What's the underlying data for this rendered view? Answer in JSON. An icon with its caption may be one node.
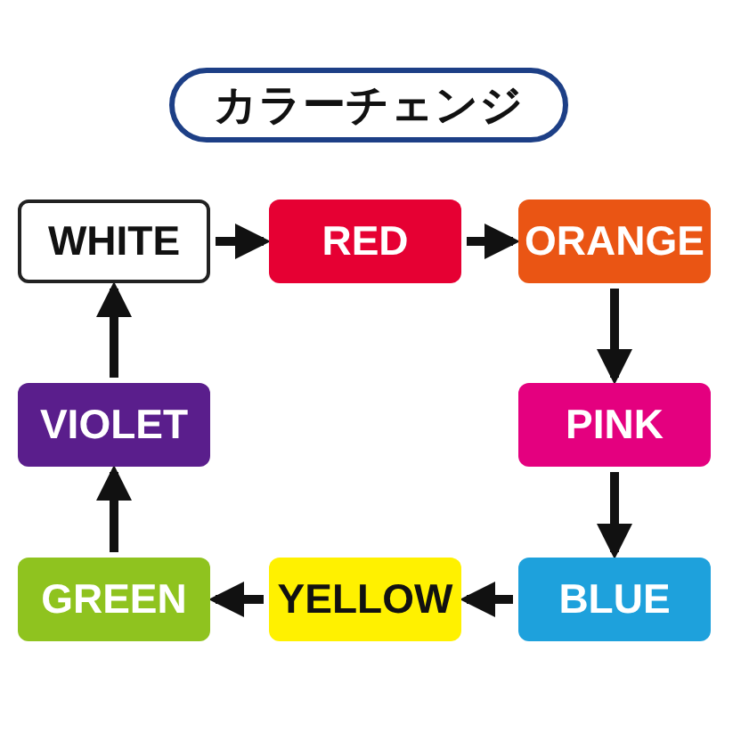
{
  "diagram": {
    "title": "カラーチェンジ",
    "nodes": [
      {
        "text": [
          "WHITE"
        ]
      },
      {
        "text": [
          "RED"
        ]
      },
      {
        "text": [
          "ORANGE"
        ]
      },
      {
        "text": [
          "VIOLET"
        ]
      },
      {
        "text": [
          "PINK"
        ]
      },
      {
        "text": [
          "GREEN"
        ]
      },
      {
        "text": [
          "YELLOW"
        ]
      },
      {
        "text": [
          "BLUE"
        ]
      }
    ],
    "edges": [
      {
        "from": 0,
        "to": 1,
        "arrow": "to"
      },
      {
        "from": 1,
        "to": 2,
        "arrow": "to"
      },
      {
        "from": 2,
        "to": 4,
        "arrow": "to"
      },
      {
        "from": 4,
        "to": 7,
        "arrow": "to"
      },
      {
        "from": 7,
        "to": 6,
        "arrow": "to"
      },
      {
        "from": 6,
        "to": 5,
        "arrow": "to"
      },
      {
        "from": 5,
        "to": 3,
        "arrow": "to"
      },
      {
        "from": 3,
        "to": 0,
        "arrow": "to"
      }
    ]
  }
}
